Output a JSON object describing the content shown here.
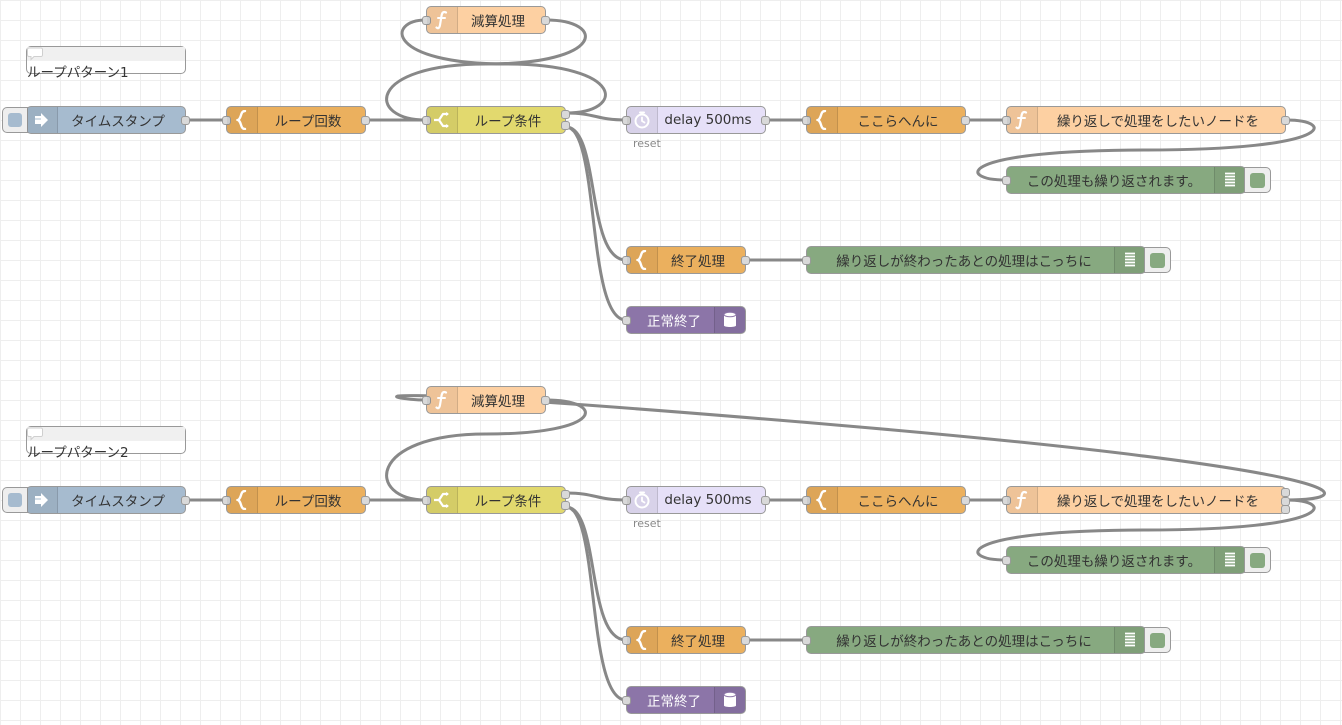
{
  "colors": {
    "inject": "#a6bbcf",
    "template": "#ebb05e",
    "function": "#fdd0a2",
    "switch": "#e2d96e",
    "delay": "#e6e0f8",
    "debug": "#87a980",
    "storage": "#8c75a8",
    "comment": "#ffffff",
    "wire": "#888888"
  },
  "flows": [
    {
      "comment": "ループパターン1",
      "inject_label": "タイムスタンプ",
      "loop_count_label": "ループ回数",
      "condition_label": "ループ条件",
      "decrement_label": "減算処理",
      "delay_label": "delay 500ms",
      "delay_status": "reset",
      "template_label": "ここらへんに",
      "repeat_function_label": "繰り返しで処理をしたいノードを",
      "repeat_debug_label": "この処理も繰り返されます。",
      "finish_template_label": "終了処理",
      "finish_debug_label": "繰り返しが終わったあとの処理はこっちに",
      "normal_end_label": "正常終了"
    },
    {
      "comment": "ループパターン2",
      "inject_label": "タイムスタンプ",
      "loop_count_label": "ループ回数",
      "condition_label": "ループ条件",
      "decrement_label": "減算処理",
      "delay_label": "delay 500ms",
      "delay_status": "reset",
      "template_label": "ここらへんに",
      "repeat_function_label": "繰り返しで処理をしたいノードを",
      "repeat_debug_label": "この処理も繰り返されます。",
      "finish_template_label": "終了処理",
      "finish_debug_label": "繰り返しが終わったあとの処理はこっちに",
      "normal_end_label": "正常終了"
    }
  ]
}
